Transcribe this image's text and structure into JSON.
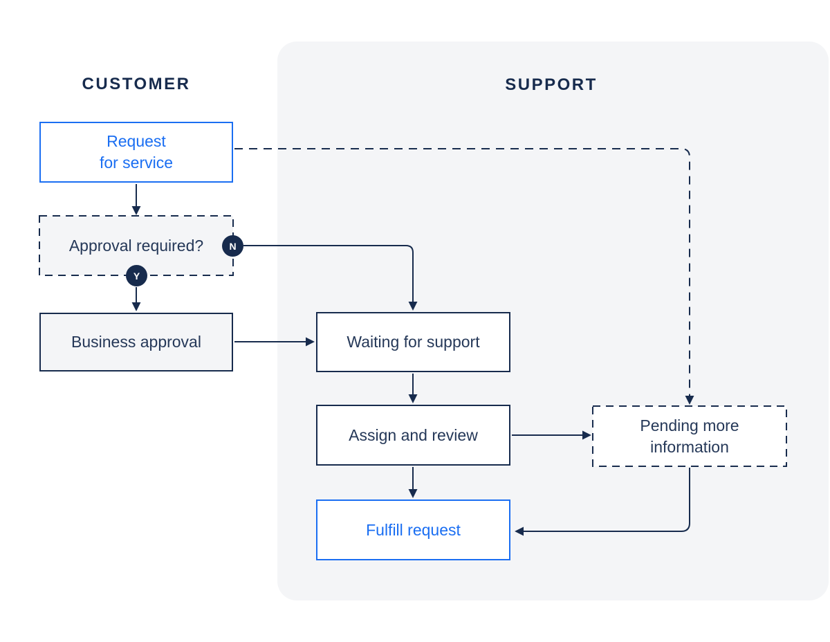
{
  "lanes": {
    "customer": {
      "label": "CUSTOMER"
    },
    "support": {
      "label": "SUPPORT"
    }
  },
  "nodes": {
    "request": {
      "line1": "Request",
      "line2": "for service"
    },
    "approval": {
      "label": "Approval required?"
    },
    "business": {
      "label": "Business approval"
    },
    "waiting": {
      "label": "Waiting for support"
    },
    "assign": {
      "label": "Assign and review"
    },
    "pending": {
      "line1": "Pending more",
      "line2": "information"
    },
    "fulfill": {
      "label": "Fulfill request"
    }
  },
  "decisions": {
    "no": "N",
    "yes": "Y"
  },
  "colors": {
    "navy": "#172B4D",
    "blue": "#1A6EF2",
    "panel_gray": "#F4F5F7",
    "gray_node_fill": "#F4F5F7",
    "white": "#FFFFFF"
  }
}
